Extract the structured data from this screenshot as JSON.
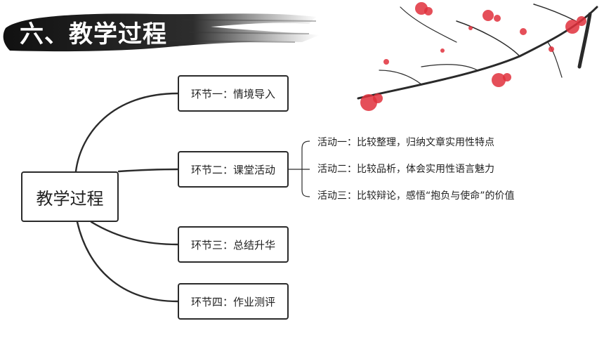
{
  "header": {
    "title": "六、教学过程"
  },
  "diagram": {
    "root": "教学过程",
    "stages": [
      {
        "label": "环节一：情境导入"
      },
      {
        "label": "环节二：课堂活动"
      },
      {
        "label": "环节三：总结升华"
      },
      {
        "label": "环节四：作业测评"
      }
    ],
    "activities": [
      {
        "label": "活动一：比较整理，归纳文章实用性特点"
      },
      {
        "label": "活动二：比较品析，体会实用性语言魅力"
      },
      {
        "label": "活动三：比较辩论，感悟“抱负与使命”的价值"
      }
    ]
  },
  "colors": {
    "ink": "#1a1a1a",
    "blossom": "#e0303c",
    "line": "#2b2b2b"
  },
  "icons": {
    "decoration": "plum-blossom-branch",
    "title_background": "ink-brush-stroke"
  }
}
